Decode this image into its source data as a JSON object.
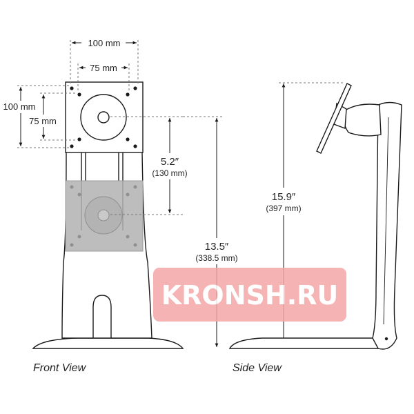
{
  "front": {
    "outer_width_label": "100 mm",
    "inner_width_label": "75 mm",
    "outer_height_label": "100 mm",
    "inner_height_label": "75 mm",
    "adjust_in": "5.2″",
    "adjust_mm": "(130 mm)",
    "min_in": "13.5″",
    "min_mm": "(338.5 mm)",
    "caption": "Front View"
  },
  "side": {
    "max_in": "15.9″",
    "max_mm": "(397 mm)",
    "caption": "Side View"
  },
  "watermark": {
    "text": "KRONSH.RU",
    "color": "#f4a6a6"
  },
  "colors": {
    "line": "#1a1a1a",
    "plate_shadow": "#bdbdbd",
    "dash": "#777777"
  }
}
